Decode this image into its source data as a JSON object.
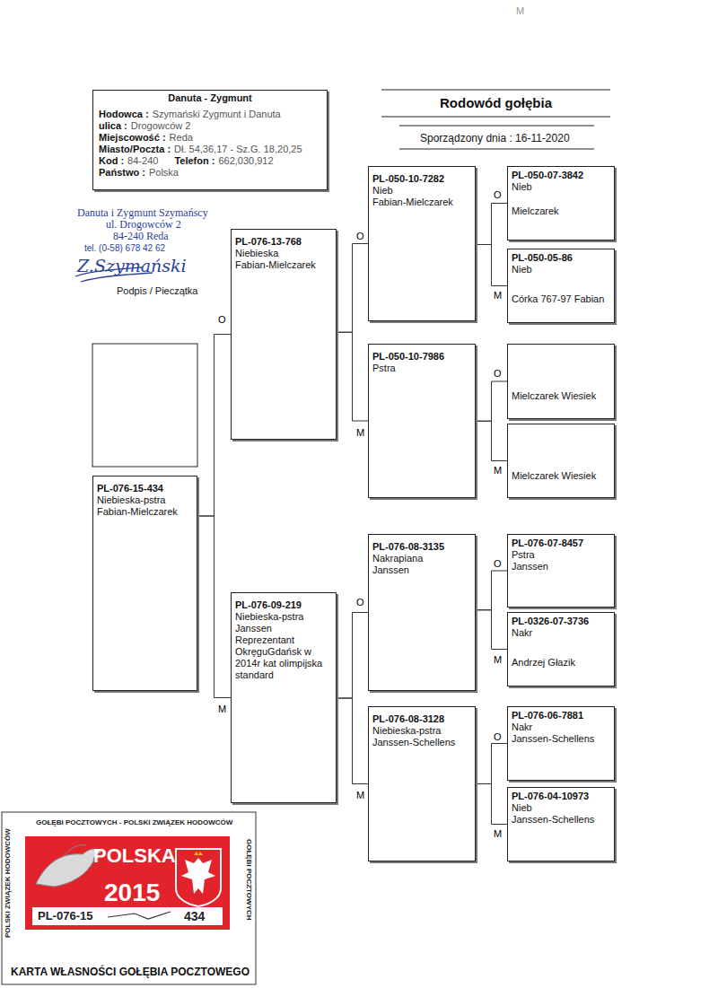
{
  "diagram": {
    "title": "Rodowód gołębia",
    "nodes": [
      {
        "text": [
          "Danuta - Zygmunt",
          "Hodowca :",
          "Szymański Zygmunt i Danuta",
          "ulica :",
          "Drogowców 2",
          "Miejscowość :",
          "Reda",
          "Miasto/Poczta :",
          "Dł. 54,36,17 - Sz.G. 18,20,25",
          "Kod :",
          "84-240",
          "Telefon :",
          "662,030,912",
          "Państwo :",
          "Polska"
        ]
      },
      {
        "text": [
          "PL-076-15-434",
          "Niebieska-pstra",
          "Fabian-Mielczarek"
        ]
      },
      {
        "text": [
          "PL-076-13-768",
          "Niebieska",
          "Fabian-Mielczarek"
        ]
      },
      {
        "text": [
          "PL-076-09-219",
          "Niebieska-pstra",
          "Janssen",
          "Reprezentant OkręguGdańsk w 2014r kat olimpijska standard"
        ]
      },
      {
        "text": [
          "PL-050-10-7282",
          "Nieb",
          "Fabian-Mielczarek"
        ]
      },
      {
        "text": [
          "PL-050-10-7986",
          "Pstra"
        ]
      },
      {
        "text": [
          "PL-076-08-3135",
          "Nakrapiana",
          "Janssen"
        ]
      },
      {
        "text": [
          "PL-076-08-3128",
          "Niebieska-pstra",
          "Janssen-Schellens"
        ]
      },
      {
        "text": [
          "PL-050-07-3842",
          "Nieb",
          "Mielczarek"
        ]
      },
      {
        "text": [
          "PL-050-05-86",
          "Nieb",
          "Córka 767-97 Fabian"
        ]
      },
      {
        "text": [
          "Mielczarek Wiesiek"
        ]
      },
      {
        "text": [
          "Mielczarek Wiesiek"
        ]
      },
      {
        "text": [
          "PL-076-07-8457",
          "Pstra",
          "Janssen"
        ]
      },
      {
        "text": [
          "PL-0326-07-3736",
          "Nakr",
          "Andrzej Głazik"
        ]
      },
      {
        "text": [
          "PL-076-06-7881",
          "Nakr",
          "Janssen-Schellens"
        ]
      },
      {
        "text": [
          "PL-076-04-10973",
          "Nieb",
          "Janssen-Schellens"
        ]
      }
    ],
    "edges": [
      {
        "from": 1,
        "to": 2,
        "arrow": "none"
      },
      {
        "from": 1,
        "to": 3,
        "arrow": "none"
      },
      {
        "from": 2,
        "to": 4,
        "arrow": "none"
      },
      {
        "from": 2,
        "to": 5,
        "arrow": "none"
      },
      {
        "from": 3,
        "to": 6,
        "arrow": "none"
      },
      {
        "from": 3,
        "to": 7,
        "arrow": "none"
      },
      {
        "from": 4,
        "to": 8,
        "arrow": "none"
      },
      {
        "from": 4,
        "to": 9,
        "arrow": "none"
      },
      {
        "from": 5,
        "to": 10,
        "arrow": "none"
      },
      {
        "from": 5,
        "to": 11,
        "arrow": "none"
      },
      {
        "from": 6,
        "to": 12,
        "arrow": "none"
      },
      {
        "from": 6,
        "to": 13,
        "arrow": "none"
      },
      {
        "from": 7,
        "to": 14,
        "arrow": "none"
      },
      {
        "from": 7,
        "to": 15,
        "arrow": "none"
      }
    ],
    "labels": [
      "M",
      "Danuta i Zygmunt Szymańscy",
      "ul. Drogowców 2",
      "84-240 Reda",
      "tel. (0-58) 678 42 62",
      "Z.Szymański",
      "Podpis / Pieczątka",
      "Sporządzony dnia : 16-11-2020",
      "O",
      "M",
      "O",
      "M",
      "O",
      "M",
      "O",
      "M",
      "O",
      "M",
      "O",
      "M",
      "O",
      "M",
      "GOŁĘBI POCZTOWYCH - POLSKI ZWIĄZEK HODOWCÓW",
      "POLSKI ZWIĄZEK HODOWCÓW",
      "GOŁĘBI POCZTOWYCH",
      "POLSKA",
      "2015",
      "PL-076-15",
      "434",
      "KARTA WŁASNOŚCI GOŁĘBIA POCZTOWEGO"
    ]
  }
}
